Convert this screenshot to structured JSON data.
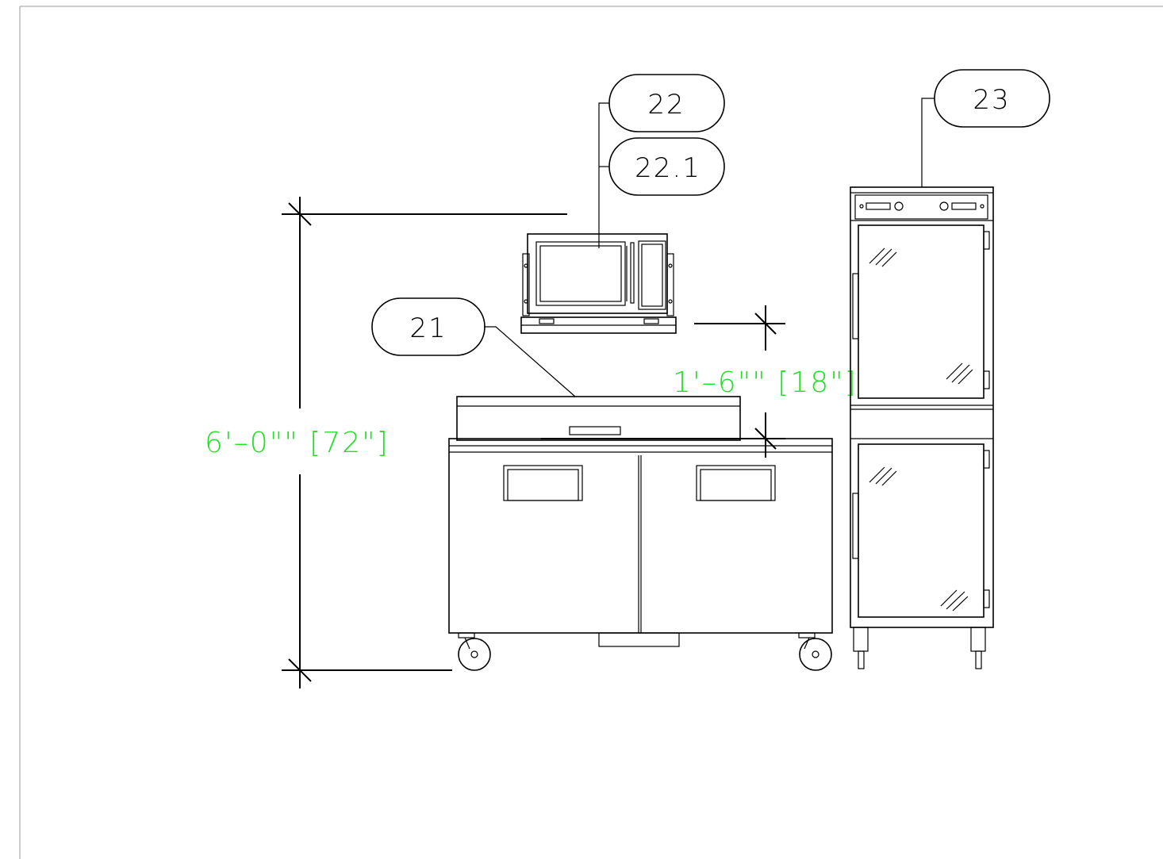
{
  "tags": {
    "t21": "21",
    "t22": "22",
    "t221": "22.1",
    "t23": "23"
  },
  "dimensions": {
    "overall_height": "6'–0\"\" [72\"]",
    "shelf_clearance": "1'–6\"\" [18\"]"
  },
  "colors": {
    "linework": "#000000",
    "dimension_text": "#22e026",
    "background": "#ffffff"
  }
}
